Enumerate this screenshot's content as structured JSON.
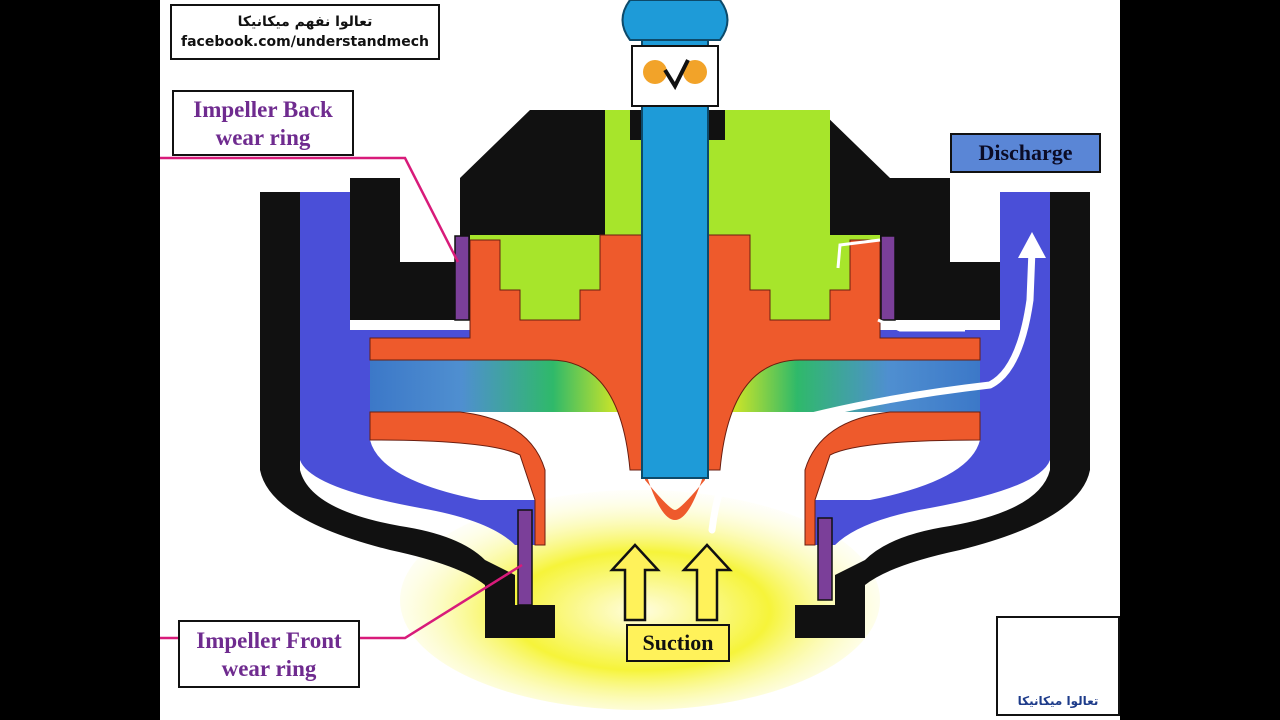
{
  "credit": {
    "arabic": "تعالوا نفهم ميكانيكا",
    "url": "facebook.com/understandmech"
  },
  "labels": {
    "back_ring_line1": "Impeller Back",
    "back_ring_line2": "wear ring",
    "front_ring_line1": "Impeller Front",
    "front_ring_line2": "wear ring",
    "discharge": "Discharge",
    "suction": "Suction"
  },
  "logo": {
    "text": "تعالوا ميكانيكا"
  },
  "colors": {
    "casing": "#111111",
    "liquid": "#4a4fd8",
    "impeller": "#ee5a2c",
    "back_hub": "#a7e52b",
    "shaft": "#1e9bd8",
    "wear_ring": "#7b3f99",
    "suction_flow": "#fff25a",
    "label_purple": "#6f2b8f",
    "leader_line": "#d81b7a"
  }
}
